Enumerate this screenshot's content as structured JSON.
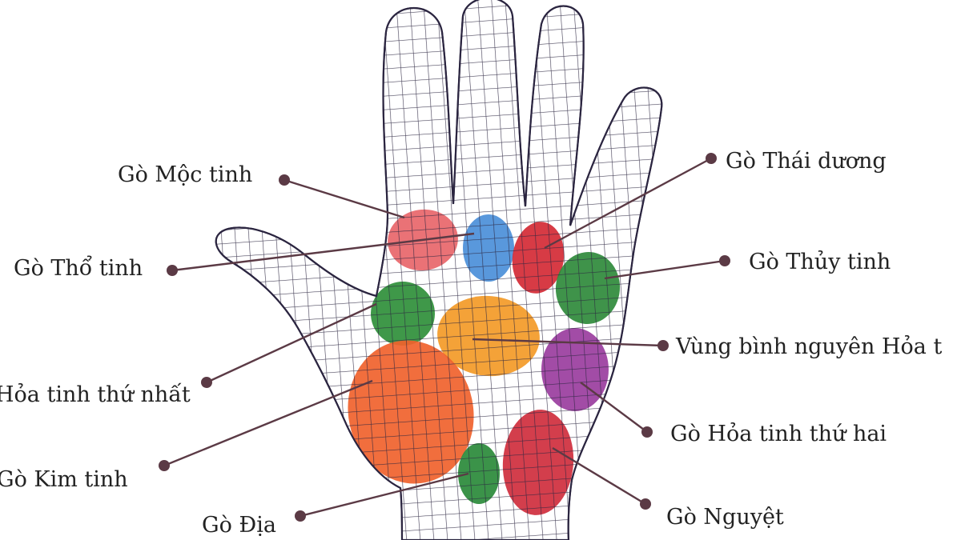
{
  "colors": {
    "line": "#5b3a45",
    "dot": "#5b3a45",
    "mesh": "#2b2540",
    "text": "#222222"
  },
  "labels": {
    "moc_tinh": "Gò Mộc tinh",
    "tho_tinh": "Gò Thổ tinh",
    "hoa_tinh_1": "Hỏa tinh thứ nhất",
    "kim_tinh": "Gò Kim tinh",
    "dia": "Gò Địa",
    "thai_duong": "Gò Thái dương",
    "thuy_tinh": "Gò Thủy tinh",
    "binh_nguyen": "Vùng bình nguyên Hỏa t",
    "hoa_tinh_2": "Gò Hỏa tinh thứ hai",
    "nguyet": "Gò Nguyệt"
  },
  "regions": [
    {
      "key": "moc_tinh",
      "color": "#e8666a"
    },
    {
      "key": "tho_tinh",
      "color": "#4b8fd9"
    },
    {
      "key": "thai_duong",
      "color": "#d42a35"
    },
    {
      "key": "thuy_tinh",
      "color": "#2f8a3b"
    },
    {
      "key": "hoa_tinh_1",
      "color": "#2f8f3a"
    },
    {
      "key": "binh_nguyen",
      "color": "#f39a27"
    },
    {
      "key": "hoa_tinh_2",
      "color": "#9a3d9e"
    },
    {
      "key": "kim_tinh",
      "color": "#f0622c"
    },
    {
      "key": "dia",
      "color": "#2a8a3a"
    },
    {
      "key": "nguyet",
      "color": "#cf2e3d"
    }
  ]
}
